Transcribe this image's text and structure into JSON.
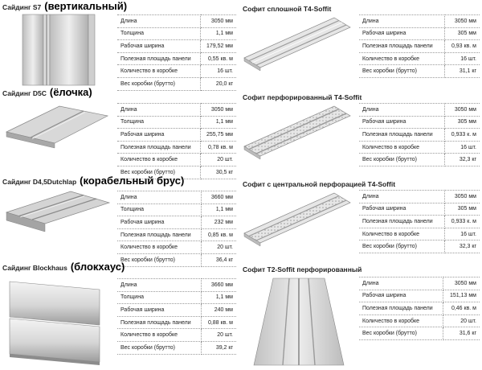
{
  "products": [
    {
      "title": "Сайдинг S7",
      "title_big": "(вертикальный)",
      "specs": [
        {
          "k": "Длина",
          "v": "3050 мм"
        },
        {
          "k": "Толщина",
          "v": "1,1 мм"
        },
        {
          "k": "Рабочая ширина",
          "v": "179,52 мм"
        },
        {
          "k": "Полезная площадь панели",
          "v": "0,55 кв. м"
        },
        {
          "k": "Количество в коробке",
          "v": "16 шт."
        },
        {
          "k": "Вес коробки (брутто)",
          "v": "20,0 кг"
        }
      ]
    },
    {
      "title": "Софит сплошной T4-Soffit",
      "title_big": "",
      "specs": [
        {
          "k": "Длина",
          "v": "3050 мм"
        },
        {
          "k": "Рабочая ширина",
          "v": "305 мм"
        },
        {
          "k": "Полезная площадь панели",
          "v": "0,93 кв. м"
        },
        {
          "k": "Количество в коробке",
          "v": "16 шт."
        },
        {
          "k": "Вес коробки (брутто)",
          "v": "31,1 кг"
        }
      ]
    },
    {
      "title": "Сайдинг D5C",
      "title_big": "(ёлочка)",
      "specs": [
        {
          "k": "Длина",
          "v": "3050 мм"
        },
        {
          "k": "Толщина",
          "v": "1,1 мм"
        },
        {
          "k": "Рабочая ширина",
          "v": "255,75 мм"
        },
        {
          "k": "Полезная площадь панели",
          "v": "0,78 кв. м"
        },
        {
          "k": "Количество в коробке",
          "v": "20 шт."
        },
        {
          "k": "Вес коробки (брутто)",
          "v": "30,5 кг"
        }
      ]
    },
    {
      "title": "Софит перфорированный T4-Soffit",
      "title_big": "",
      "specs": [
        {
          "k": "Длина",
          "v": "3050 мм"
        },
        {
          "k": "Рабочая ширина",
          "v": "305 мм"
        },
        {
          "k": "Полезная площадь панели",
          "v": "0,933 к. м"
        },
        {
          "k": "Количество в коробке",
          "v": "16 шт."
        },
        {
          "k": "Вес коробки (брутто)",
          "v": "32,3 кг"
        }
      ]
    },
    {
      "title": "Сайдинг D4,5Dutchlap",
      "title_big": "(корабельный брус)",
      "specs": [
        {
          "k": "Длина",
          "v": "3660 мм"
        },
        {
          "k": "Толщина",
          "v": "1,1 мм"
        },
        {
          "k": "Рабочая ширина",
          "v": "232 мм"
        },
        {
          "k": "Полезная площадь панели",
          "v": "0,85 кв. м"
        },
        {
          "k": "Количество в коробке",
          "v": "20 шт."
        },
        {
          "k": "Вес коробки (брутто)",
          "v": "36,4 кг"
        }
      ]
    },
    {
      "title": "Софит с центральной перфорацией T4-Soffit",
      "title_big": "",
      "specs": [
        {
          "k": "Длина",
          "v": "3050 мм"
        },
        {
          "k": "Рабочая ширина",
          "v": "305 мм"
        },
        {
          "k": "Полезная площадь панели",
          "v": "0,933 к. м"
        },
        {
          "k": "Количество в коробке",
          "v": "16 шт."
        },
        {
          "k": "Вес коробки (брутто)",
          "v": "32,3 кг"
        }
      ]
    },
    {
      "title": "Сайдинг Blockhaus",
      "title_big": "(блокхаус)",
      "specs": [
        {
          "k": "Длина",
          "v": "3660 мм"
        },
        {
          "k": "Толщина",
          "v": "1,1 мм"
        },
        {
          "k": "Рабочая ширина",
          "v": "240 мм"
        },
        {
          "k": "Полезная площадь панели",
          "v": "0,88 кв. м"
        },
        {
          "k": "Количество в коробке",
          "v": "20 шт."
        },
        {
          "k": "Вес коробки (брутто)",
          "v": "39,2 кг"
        }
      ]
    },
    {
      "title": "Софит T2-Soffit перфорированный",
      "title_big": "",
      "specs": [
        {
          "k": "Длина",
          "v": "3050 мм"
        },
        {
          "k": "Рабочая ширина",
          "v": "151,13 мм"
        },
        {
          "k": "Полезная площадь панели",
          "v": "0,46 кв. м"
        },
        {
          "k": "Количество в коробке",
          "v": "20 шт."
        },
        {
          "k": "Вес коробки (брутто)",
          "v": "31,6 кг"
        }
      ]
    }
  ]
}
